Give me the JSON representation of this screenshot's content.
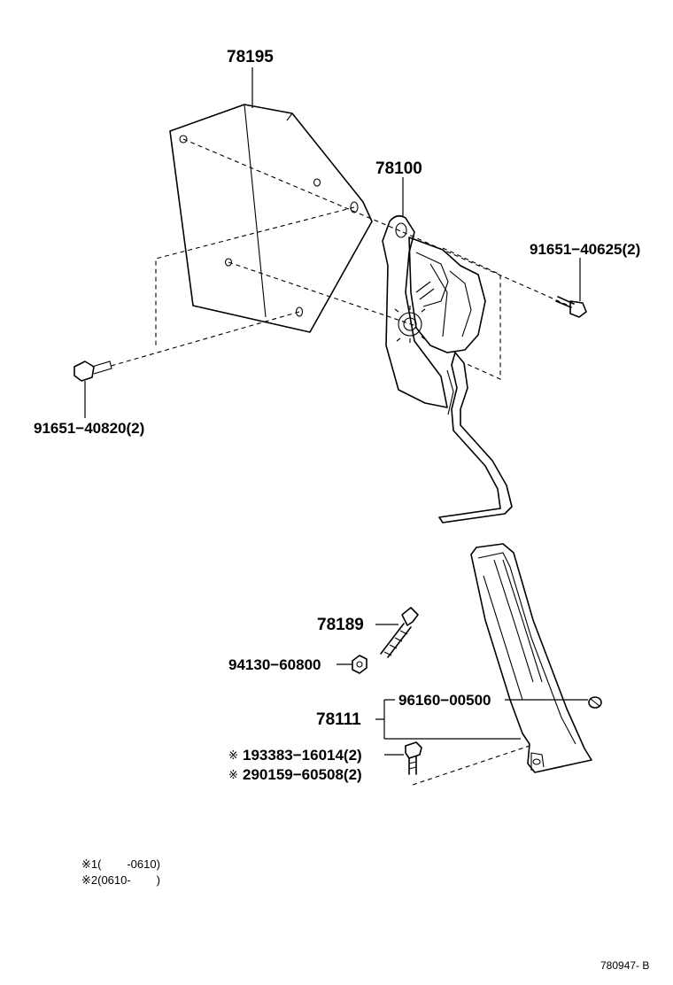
{
  "labels": {
    "p78195": "78195",
    "p78100": "78100",
    "p91651_40625": "91651−40625(2)",
    "p91651_40820": "91651−40820(2)",
    "p78189": "78189",
    "p94130": "94130−60800",
    "p96160": "96160−00500",
    "p78111": "78111",
    "p93383": "193383−16014(2)",
    "p90159": "290159−60508(2)"
  },
  "marks": {
    "m1": "※",
    "m2": "※"
  },
  "notes": {
    "n1": "※1(        -0610)",
    "n2": "※2(0610-        )"
  },
  "diagram_code": "780947- B"
}
